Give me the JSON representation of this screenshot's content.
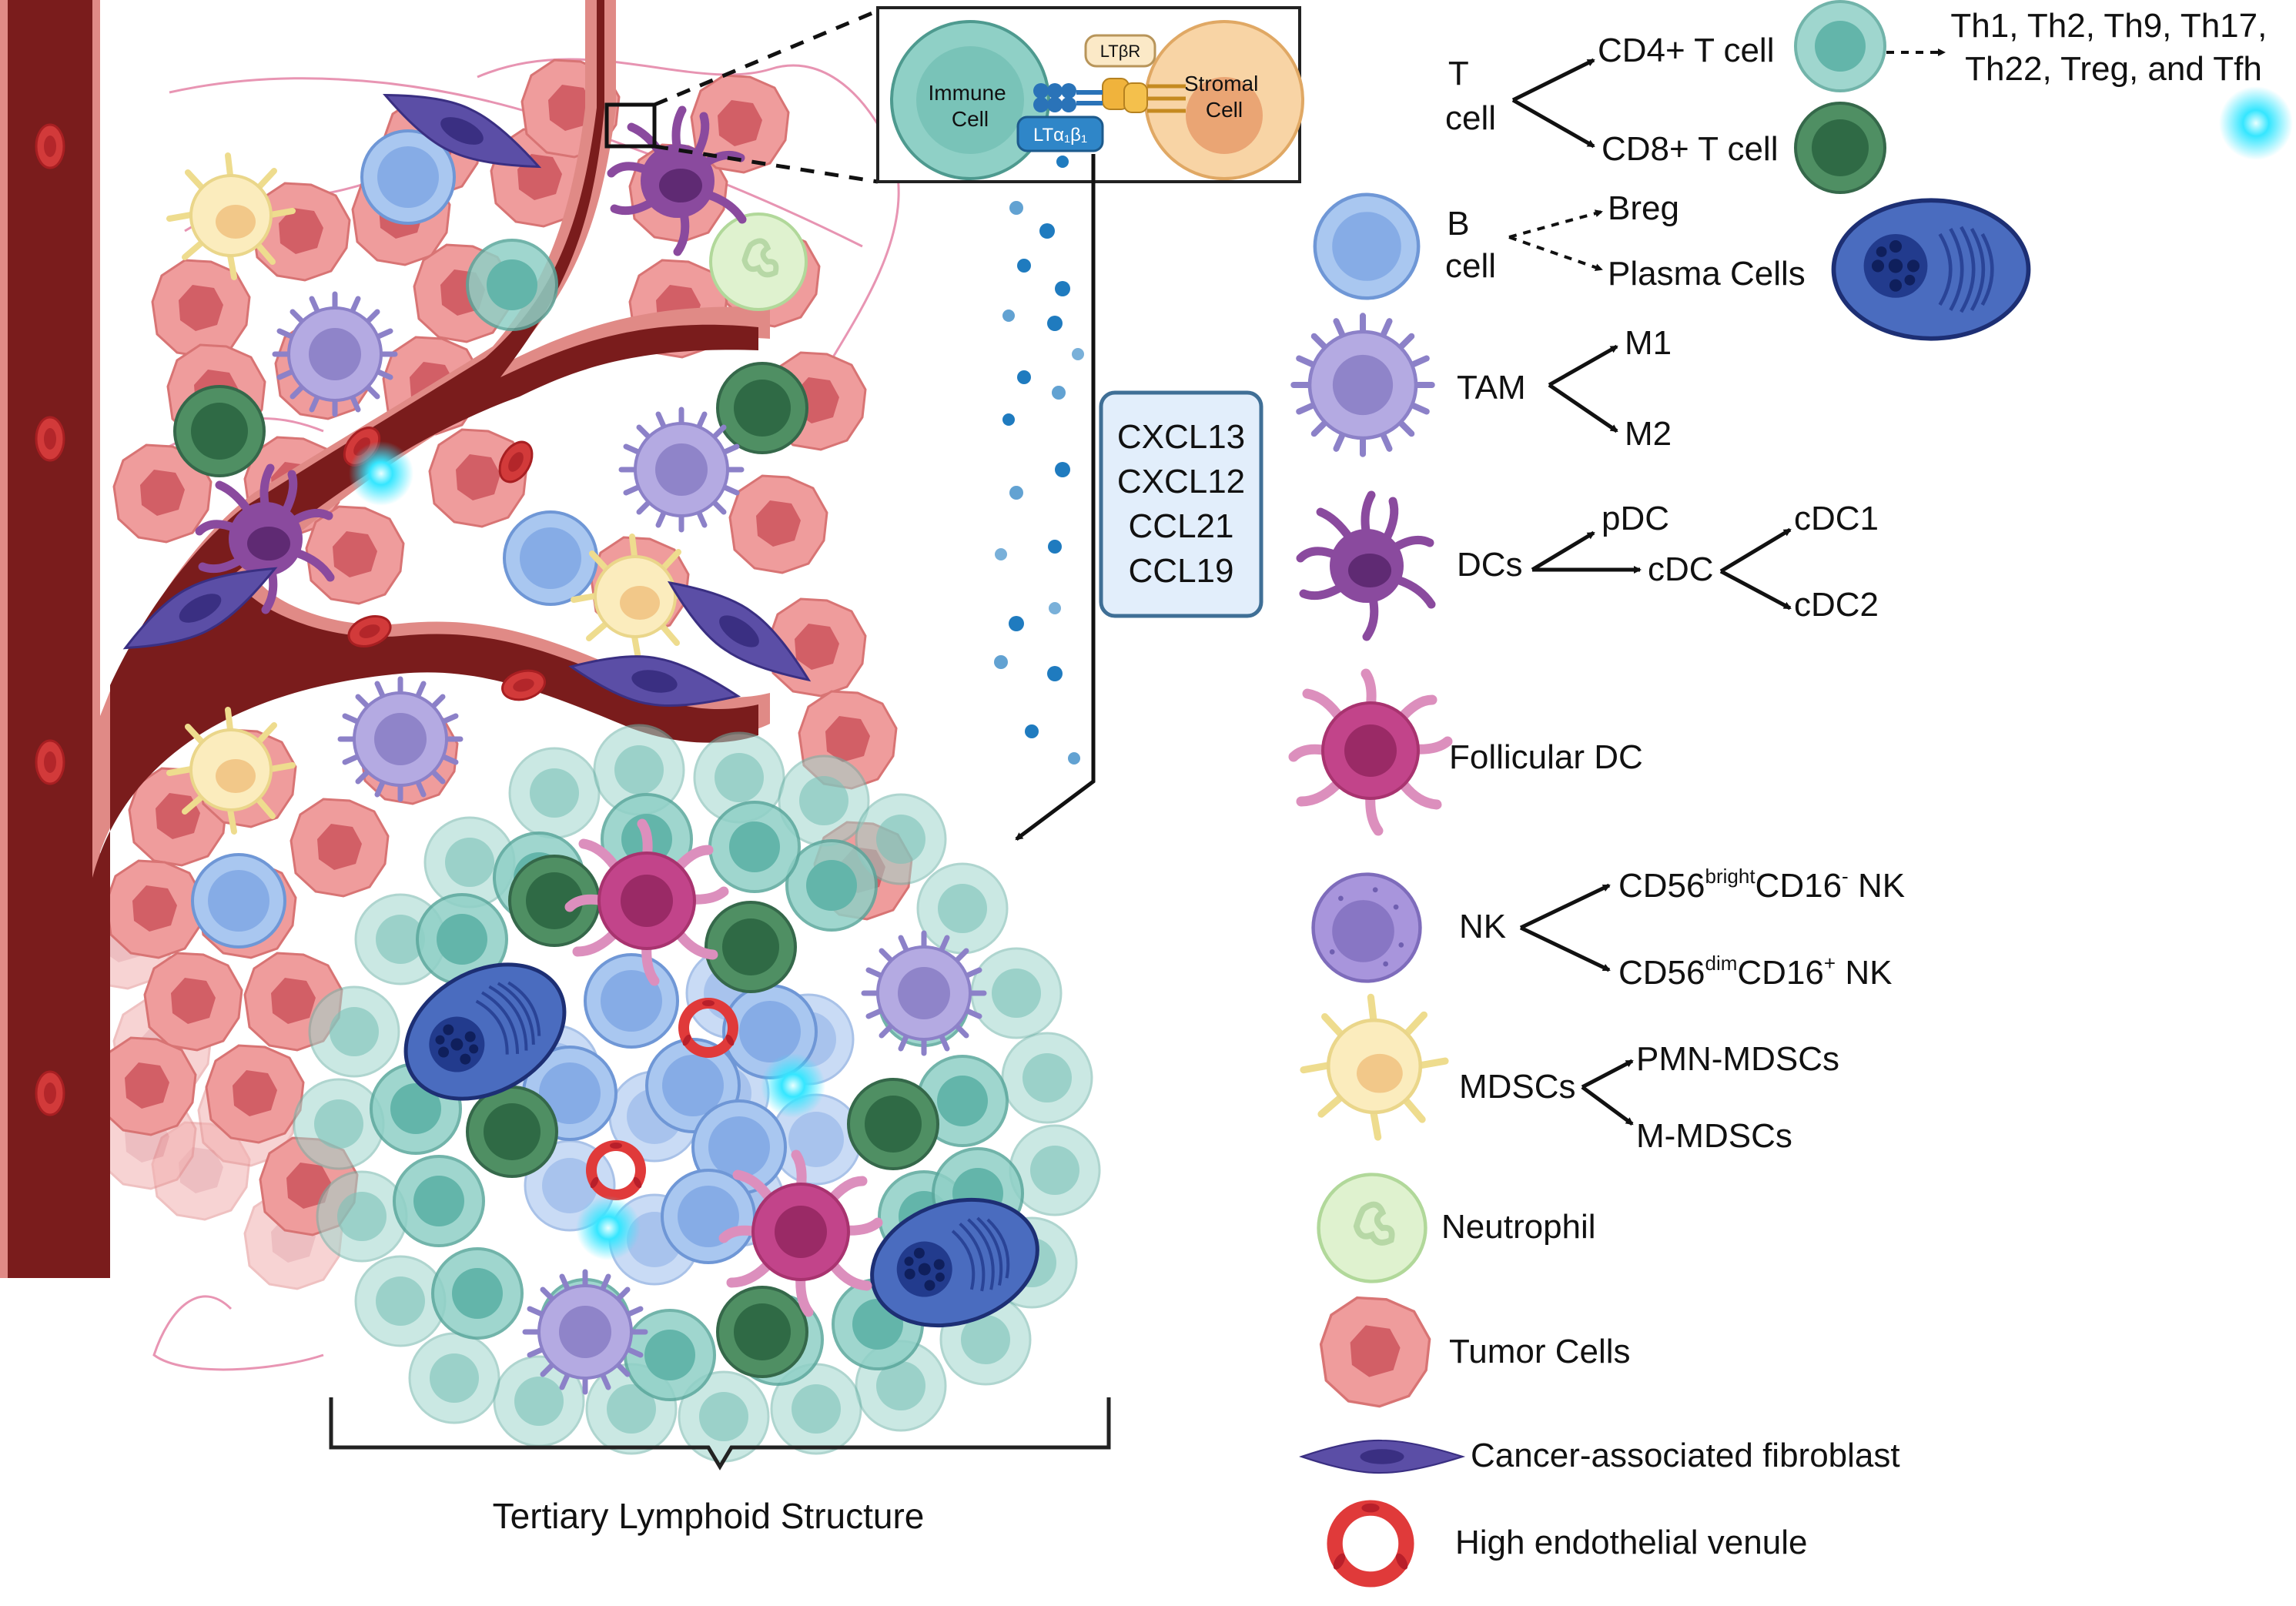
{
  "inset": {
    "immune_cell": "Immune\nCell",
    "stromal_cell": "Stromal\nCell",
    "receptor": "LTβR",
    "ligand": "LTα₁β₁"
  },
  "chemokines": [
    "CXCL13",
    "CXCL12",
    "CCL21",
    "CCL19"
  ],
  "tls_label": "Tertiary Lymphoid Structure",
  "legend": {
    "t_cell": "T\ncell",
    "cd4": "CD4+ T cell",
    "cd8": "CD8+ T cell",
    "th_subsets": "Th1, Th2, Th9, Th17,\nTh22, Treg, and Tfh",
    "b_cell": "B\ncell",
    "breg": "Breg",
    "plasma": "Plasma Cells",
    "tam": "TAM",
    "m1": "M1",
    "m2": "M2",
    "dcs": "DCs",
    "pdc": "pDC",
    "cdc": "cDC",
    "cdc1": "cDC1",
    "cdc2": "cDC2",
    "fdc": "Follicular DC",
    "nk": "NK",
    "nk_bright": {
      "a": "CD56",
      "sup1": "bright",
      "b": "CD16",
      "sup2": "-",
      "c": " NK"
    },
    "nk_dim": {
      "a": "CD56",
      "sup1": "dim",
      "b": "CD16",
      "sup2": "+",
      "c": " NK"
    },
    "mdscs": "MDSCs",
    "pmn": "PMN-MDSCs",
    "mm": "M-MDSCs",
    "neutrophil": "Neutrophil",
    "tumor": "Tumor Cells",
    "caf": "Cancer-associated fibroblast",
    "hev": "High endothelial venule"
  },
  "colors": {
    "vessel": "#7a1c1c",
    "vessel_edge": "#e08a86",
    "tumor": "#e8878a",
    "cd4": "#8fd0c6",
    "cd8": "#4f8f63",
    "b_cell": "#8cb4ea",
    "plasma": "#3a5aa8",
    "tam": "#a59ad8",
    "dc": "#7a3a90",
    "fdc": "#c2448a",
    "nk": "#9a86cc",
    "mdsc": "#f6e2a6",
    "neutrophil": "#d8efc8",
    "caf": "#4a3f8f",
    "hev": "#e03a3a",
    "glow": "#35e6ff",
    "chemokine_box": "#e2eefb",
    "chemokine_border": "#3f6f96"
  },
  "icons": [
    "immune-cell-icon",
    "stromal-cell-icon",
    "cd4-t-cell-icon",
    "cd8-t-cell-icon",
    "glowing-cell-icon",
    "b-cell-icon",
    "plasma-cell-icon",
    "tam-icon",
    "dc-icon",
    "follicular-dc-icon",
    "nk-cell-icon",
    "mdsc-icon",
    "neutrophil-icon",
    "tumor-cell-icon",
    "fibroblast-icon",
    "hev-icon"
  ]
}
